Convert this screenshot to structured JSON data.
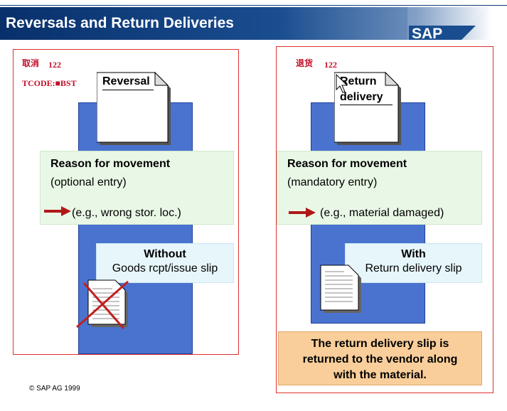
{
  "header": {
    "title": "Reversals and Return Deliveries",
    "logo_text": "SAP"
  },
  "colors": {
    "header_blue": "#0d3b78",
    "panel_border": "#e03030",
    "bar_blue": "#4a73d0",
    "reason_green": "#e9f8e6",
    "slip_cyan": "#e7f6fb",
    "note_orange": "#f9ce9a",
    "arrow_red": "#b01818"
  },
  "left": {
    "code_label": "取消",
    "movement_type": "122",
    "tcode": "TCODE:■BST",
    "doc_title": "Reversal",
    "reason_title": "Reason for movement",
    "reason_entry": "(optional entry)",
    "reason_example": "(e.g., wrong stor. loc.)",
    "slip_title": "Without",
    "slip_subtitle": "Goods rcpt/issue slip",
    "icons": [
      "document-icon",
      "crossed-out-slip-icon",
      "red-arrow-icon"
    ]
  },
  "right": {
    "code_label": "退货",
    "movement_type": "122",
    "doc_title_line1": "Return",
    "doc_title_line2": "delivery",
    "reason_title": "Reason for movement",
    "reason_entry": "(mandatory entry)",
    "reason_example": "(e.g., material damaged)",
    "slip_title": "With",
    "slip_subtitle": "Return delivery slip",
    "note_line1": "The return delivery slip is",
    "note_line2": "returned to the vendor along",
    "note_line3": "with the material.",
    "icons": [
      "document-icon",
      "slip-icon",
      "cursor-icon",
      "red-arrow-icon"
    ]
  },
  "footer": {
    "copyright": "© SAP AG 1999"
  }
}
